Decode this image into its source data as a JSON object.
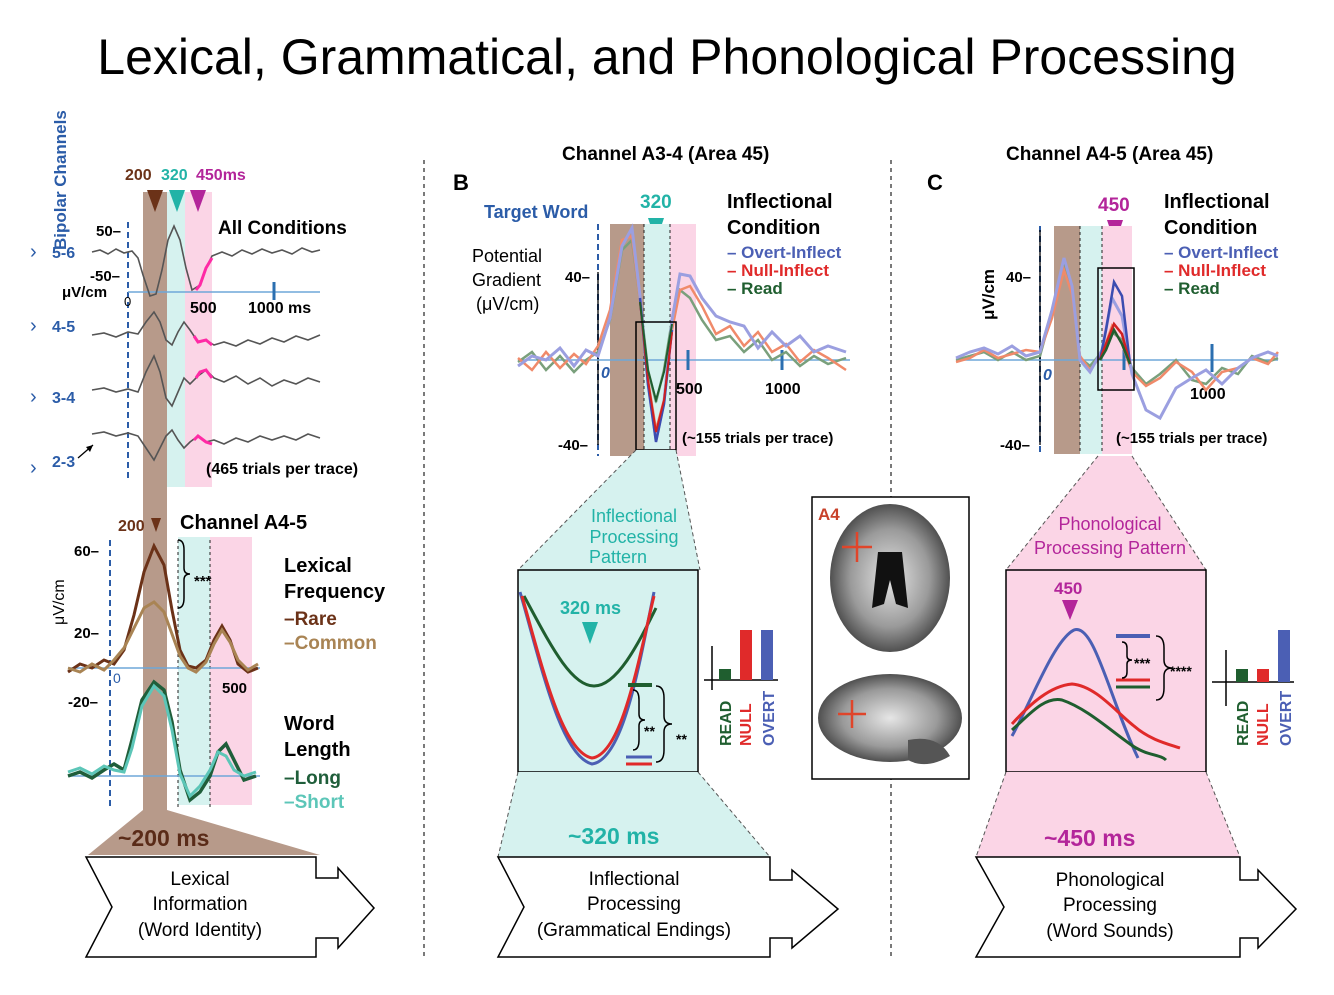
{
  "title": "Lexical, Grammatical, and Phonological Processing",
  "colors": {
    "brown_band": "#b79a8a",
    "teal_band": "#d6f2ef",
    "pink_band": "#fbd5e6",
    "blue_text": "#2b5ca8",
    "teal_text": "#22b3a7",
    "magenta_text": "#b3259a",
    "overt": "#4b5fb4",
    "null": "#e02a2a",
    "read": "#1f5e2f",
    "rare": "#6b3218",
    "common": "#a98454",
    "long": "#1f5e3a",
    "short": "#5cc6b8"
  },
  "panel_a": {
    "side_label": "Bipolar Channels",
    "time_marks": [
      "200",
      "320",
      "450ms"
    ],
    "condition_label": "All Conditions",
    "y_ticks": [
      "50–",
      "-50–"
    ],
    "units": "μV/cm",
    "x_ticks": [
      "0",
      "500",
      "1000 ms"
    ],
    "channels": [
      "5-6",
      "4-5",
      "3-4",
      "2-3"
    ],
    "trials_note": "(465 trials per trace)",
    "sub_marker": "200",
    "sub_title": "Channel A4-5",
    "sub_yticks": [
      "60–",
      "20–",
      "-20–"
    ],
    "sub_xticks": [
      "0",
      "500"
    ],
    "sub_units": "μV/cm",
    "sig": "***",
    "lex_title_1": "Lexical",
    "lex_title_2": "Frequency",
    "lex_items": [
      "–Rare",
      "–Common"
    ],
    "len_title_1": "Word",
    "len_title_2": "Length",
    "len_items": [
      "–Long",
      "–Short"
    ],
    "band_time": "~200 ms",
    "arrow_lines": [
      "Lexical",
      "Information",
      "(Word Identity)"
    ]
  },
  "panel_b": {
    "letter": "B",
    "channel": "Channel A3-4  (Area 45)",
    "target_word": "Target Word",
    "marker": "320",
    "ylabel_lines": [
      "Potential",
      "Gradient",
      "(μV/cm)"
    ],
    "y_ticks": [
      "40–",
      "-40–"
    ],
    "x_ticks": [
      "0",
      "500",
      "1000"
    ],
    "legend_title_1": "Inflectional",
    "legend_title_2": "Condition",
    "legend_items": [
      "– Overt-Inflect",
      "– Null-Inflect",
      "– Read"
    ],
    "trials_note": "(~155 trials per trace)",
    "pattern_lines": [
      "Inflectional",
      "Processing",
      "Pattern"
    ],
    "pattern_marker": "320 ms",
    "sig_inner": "**",
    "sig_outer": "**",
    "bar_labels": [
      "READ",
      "NULL",
      "OVERT"
    ],
    "bar_values": [
      0.22,
      1.0,
      1.0
    ],
    "band_time": "~320 ms",
    "arrow_lines": [
      "Inflectional",
      "Processing",
      "(Grammatical Endings)"
    ]
  },
  "brain": {
    "label": "A4"
  },
  "panel_c": {
    "letter": "C",
    "channel": "Channel A4-5  (Area 45)",
    "marker": "450",
    "units": "μV/cm",
    "y_ticks": [
      "40–",
      "-40–"
    ],
    "x_ticks": [
      "0",
      "1000"
    ],
    "legend_title_1": "Inflectional",
    "legend_title_2": "Condition",
    "legend_items": [
      "– Overt-Inflect",
      "– Null-Inflect",
      "– Read"
    ],
    "trials_note": "(~155 trials per trace)",
    "pattern_lines": [
      "Phonological",
      "Processing Pattern"
    ],
    "pattern_marker": "450",
    "sig_inner": "***",
    "sig_outer": "****",
    "bar_labels": [
      "READ",
      "NULL",
      "OVERT"
    ],
    "bar_values": [
      0.25,
      0.25,
      1.0
    ],
    "band_time": "~450 ms",
    "arrow_lines": [
      "Phonological",
      "Processing",
      "(Word Sounds)"
    ]
  }
}
